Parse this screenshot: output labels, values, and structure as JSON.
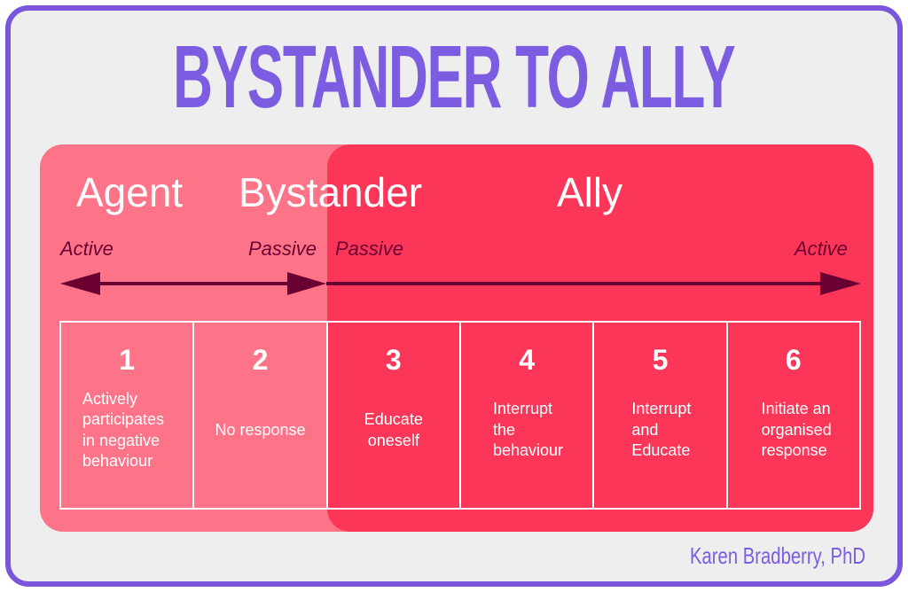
{
  "title": "BYSTANDER TO ALLY",
  "zones": {
    "agent": "Agent",
    "bystander": "Bystander",
    "ally": "Ally"
  },
  "scale": {
    "left_active": "Active",
    "left_passive": "Passive",
    "right_passive": "Passive",
    "right_active": "Active"
  },
  "steps": [
    {
      "number": "1",
      "text": "Actively\nparticipates\nin negative\nbehaviour"
    },
    {
      "number": "2",
      "text": "No response"
    },
    {
      "number": "3",
      "text": "Educate\noneself"
    },
    {
      "number": "4",
      "text": "Interrupt\nthe\nbehaviour"
    },
    {
      "number": "5",
      "text": "Interrupt\nand\nEducate"
    },
    {
      "number": "6",
      "text": "Initiate an\norganised\nresponse"
    }
  ],
  "author": "Karen Bradberry, PhD",
  "colors": {
    "frame": "#7b56dc",
    "title": "#7c5ce0",
    "pink": "#fd7489",
    "red": "#fc3658",
    "arrow": "#6b0033",
    "background": "#eeeeee"
  }
}
